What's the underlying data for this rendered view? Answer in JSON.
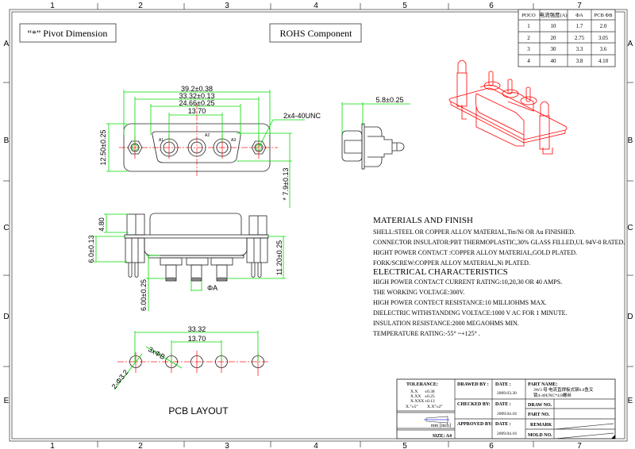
{
  "frame": {
    "columns": [
      "1",
      "2",
      "3",
      "4",
      "5",
      "6",
      "7"
    ],
    "rows": [
      "A",
      "B",
      "C",
      "D",
      "E"
    ]
  },
  "labels": {
    "pivot_dimension": "“*” Pivot Dimension",
    "rohs": "ROHS Component",
    "pcb_layout": "PCB LAYOUT"
  },
  "spec_table": {
    "headers": [
      "POCO",
      "电流强度(A)",
      "ΦA",
      "PCB ΦB"
    ],
    "rows": [
      [
        "1",
        "10",
        "1.7",
        "2.0"
      ],
      [
        "2",
        "20",
        "2.75",
        "3.05"
      ],
      [
        "3",
        "30",
        "3.3",
        "3.6"
      ],
      [
        "4",
        "40",
        "3.8",
        "4.10"
      ]
    ]
  },
  "front_view": {
    "dim_overall": "39.2±0.38",
    "dim_mount": "33.32±0.13",
    "dim_shell": "24.66±0.25",
    "dim_pitch": "13.70",
    "dim_height": "12.50±0.25",
    "screw_label": "2x4-40UNC",
    "dim_pivot": "* 7.9±0.13",
    "contact_marks": [
      "A1",
      "A2",
      "A3"
    ]
  },
  "side_view": {
    "dim_depth": "5.8±0.25"
  },
  "bottom_view": {
    "dim_screw_h": "4.80",
    "dim_left": "6.0±0.13",
    "dim_right": "11.20±0.25",
    "dim_pin": "6.00±0.25",
    "dim_phiA": "ΦA"
  },
  "pcb": {
    "dim_mount": "33.32",
    "dim_pitch": "13.70",
    "holes_b": "3xΦB",
    "holes_mount": "2-Φ3.2"
  },
  "notes": {
    "materials_title": "MATERIALS AND  FINISH",
    "materials": [
      "SHELL:STEEL OR COPPER ALLOY MATERIAL,Tin/Ni OR Au FINISHED.",
      "CONNECTOR INSULATOR:PBT THERMOPLASTIC,30% GLASS FILLED,UL 94V-0 RATED.",
      "HIGHT POWER CONTACT :COPPER ALLOY MATERIAL,GOLD PLATED.",
      "FORK/SCREW:COPPER ALLOY MATERIAL,Ni PLATED."
    ],
    "electrical_title": "ELECTRICAL CHARACTERISTICS",
    "electrical": [
      "HIGH POWER CONTACT CURRENT RATING:10,20,30 OR 40 AMPS.",
      "THE WORKING VOLTAGE:300V.",
      "HIGH POWER CONTECT RESISTANCE:10 MILLIOHMS MAX.",
      "DIELECTRIC WITHSTANDING VOLTACE:1000 V AC FOR 1 MINUTE.",
      "INSULATION RESISTANCE:2000 MEGAOHMS MIN.",
      "TEMPERATURE RATING:-55° ~+125° ."
    ]
  },
  "title_block": {
    "tolerance_title": "TOLERANCE:",
    "tol_x": "X.X",
    "tol_x_val": "±0.38",
    "tol_xx": "X.XX",
    "tol_xx_val": "±0.25",
    "tol_xxx": "X.XXX",
    "tol_xxx_val": "±0.13",
    "tol_ang1": "X.°±5°",
    "tol_ang2": "X.X°±2°",
    "units": "mm [inch]",
    "size": "SIZE: A4",
    "drawed_by": "DRAWED BY :",
    "checked_by": "CHECKED BY:",
    "approved_by": "APPROVED BY:",
    "date_label": "DATE :",
    "date_drawed": "2009.03.30",
    "date_checked": "2009.04.18",
    "date_approved": "2009.04.18",
    "part_name_label": "PART NAME:",
    "part_name_line1": "3W3 母 电流直焊板式铆6.0鱼叉",
    "part_name_line2": "锁4-40UNC*4.8螺丝",
    "draw_no": "DRAW NO.",
    "part_no": "PART NO.",
    "remark": "REMARK",
    "mold_no": "MOLD NO."
  }
}
